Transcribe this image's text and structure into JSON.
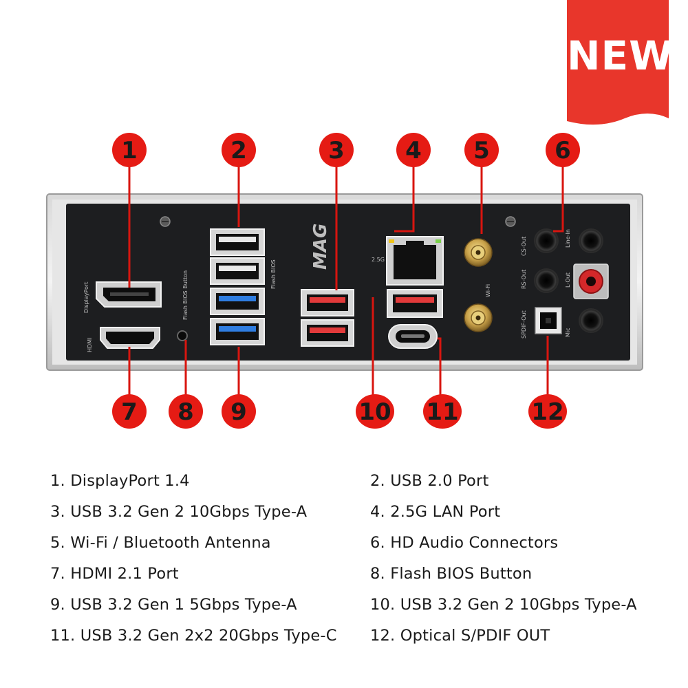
{
  "badge": {
    "text": "NEW",
    "color": "#e8362b"
  },
  "callouts": [
    "1",
    "2",
    "3",
    "4",
    "5",
    "6",
    "7",
    "8",
    "9",
    "10",
    "11",
    "12"
  ],
  "panel_labels": {
    "displayport": "DisplayPort",
    "hdmi": "HDMI",
    "flash_bios": "Flash BIOS Button",
    "flash_bios_short": "Flash BIOS",
    "lan": "2.5G",
    "wifi": "Wi-Fi",
    "logo": "MAG",
    "spdif": "SPDIF-Out",
    "audio_cs": "CS-Out",
    "audio_line_in": "Line-In",
    "audio_rs": "RS-Out",
    "audio_line_out": "L-Out",
    "audio_mic": "Mic"
  },
  "legend": [
    "1. DisplayPort 1.4",
    "2. USB 2.0 Port",
    "3. USB 3.2 Gen 2 10Gbps Type-A",
    "4. 2.5G LAN Port",
    "5. Wi-Fi / Bluetooth Antenna",
    "6. HD Audio Connectors",
    "7. HDMI 2.1 Port",
    "8. Flash BIOS Button",
    "9. USB 3.2 Gen 1 5Gbps Type-A",
    "10. USB 3.2 Gen 2 10Gbps Type-A",
    "11. USB 3.2 Gen 2x2 20Gbps Type-C",
    "12. Optical S/PDIF OUT"
  ],
  "colors": {
    "callout_red": "#e51b14",
    "leader": "#d8150f",
    "panel": "#1d1e20",
    "usb_blue": "#2f7de0",
    "usb_red": "#e23a3a",
    "gold": "#c9a24a"
  }
}
